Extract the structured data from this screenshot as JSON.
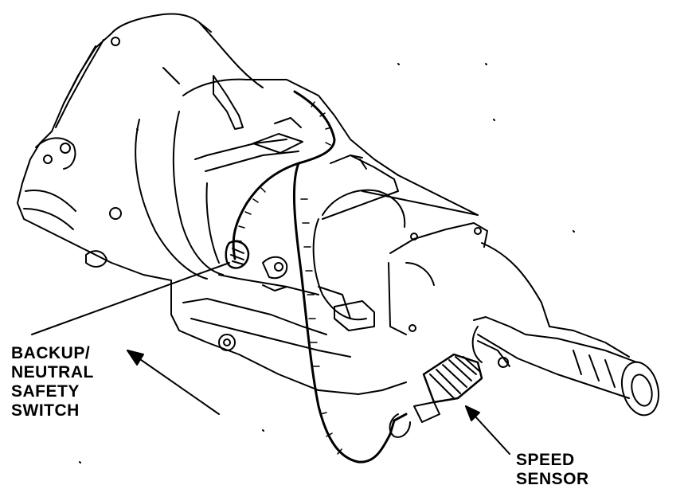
{
  "labels": {
    "backup_switch": [
      "BACKUP/",
      "NEUTRAL",
      "SAFETY",
      "SWITCH"
    ],
    "speed_sensor": [
      "SPEED",
      "SENSOR"
    ]
  },
  "colors": {
    "ink": "#000000",
    "paper": "#ffffff"
  }
}
